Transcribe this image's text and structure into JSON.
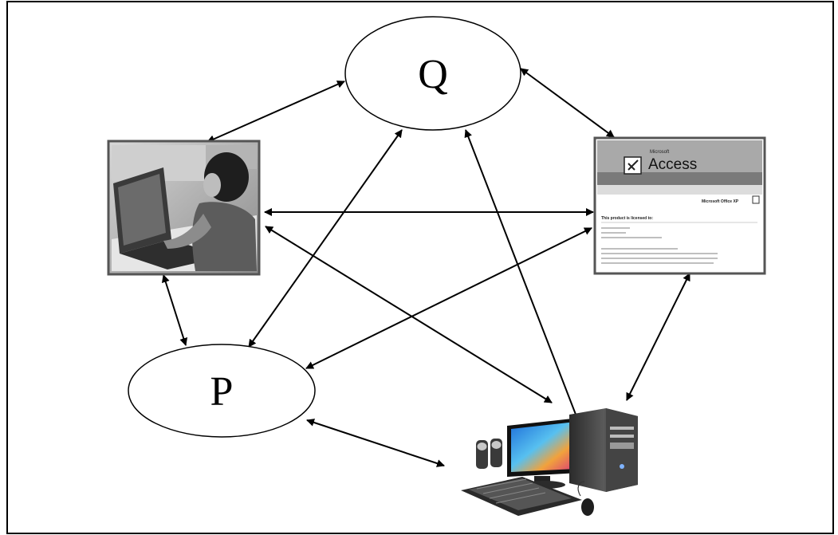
{
  "nodes": {
    "q": {
      "label": "Q"
    },
    "p": {
      "label": "P"
    },
    "person": {
      "icon": "person-at-laptop-photo"
    },
    "access": {
      "icon": "access-splash-screen",
      "brand": "Microsoft",
      "title": "Access",
      "suite": "Microsoft Office XP",
      "licensed_heading": "This product is licensed to:"
    },
    "computer": {
      "icon": "desktop-computer-icon"
    }
  },
  "colors": {
    "line": "#000000",
    "frame": "#000000",
    "ellipse_fill": "#ffffff"
  }
}
